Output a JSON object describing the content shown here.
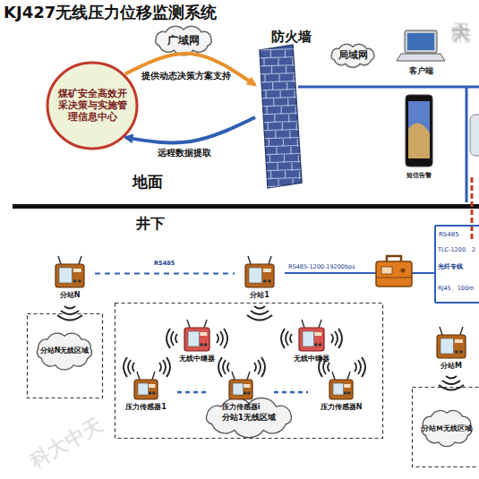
{
  "diagram": {
    "title": "KJ427无线压力位移监测系统",
    "nodes": [
      {
        "text": [
          "煤矿安全高效开采决策与实施管理信息中心"
        ]
      },
      {
        "text": [
          "广域网"
        ]
      },
      {
        "text": [
          "防火墙"
        ]
      },
      {
        "text": [
          "局域网"
        ]
      },
      {
        "text": [
          "客户端"
        ]
      },
      {
        "text": [
          "短信告警"
        ]
      },
      {
        "text": [
          "分站N"
        ]
      },
      {
        "text": [
          "分站1"
        ]
      },
      {
        "text": [
          "分站N无线区域"
        ]
      },
      {
        "text": [
          "分站1无线区域"
        ]
      },
      {
        "text": [
          "无线中继器"
        ],
        "in": 9
      },
      {
        "text": [
          "无线中继器"
        ],
        "in": 9
      },
      {
        "text": [
          "压力传感器1"
        ],
        "in": 9
      },
      {
        "text": [
          "压力传感器i"
        ],
        "in": 9
      },
      {
        "text": [
          "压力传感器N"
        ],
        "in": 9
      },
      {
        "text": [
          "分站M"
        ]
      },
      {
        "text": [
          "分站M无线区域"
        ]
      }
    ],
    "edges": [
      {
        "from": 0,
        "to": 2,
        "label": "提供动态决策方案支持",
        "arrow": "to"
      },
      {
        "from": 2,
        "to": 0,
        "label": "远程数据提取",
        "arrow": "to"
      },
      {
        "from": 6,
        "to": 7,
        "label": "RS485",
        "arrow": "none"
      }
    ],
    "labels": [
      "地面",
      "井下",
      "RS485-1200-19200bps",
      "RS485",
      "TLC-1200、2",
      "光纤专线",
      "RJ45、100m",
      "科大中天",
      "科大中天"
    ]
  }
}
